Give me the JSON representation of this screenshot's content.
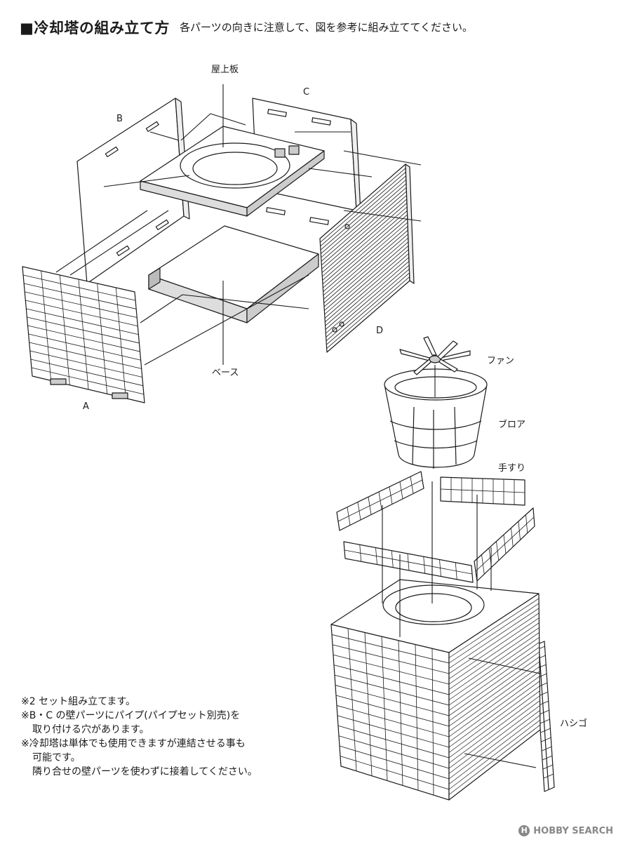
{
  "header": {
    "title": "■冷却塔の組み立て方",
    "subtitle": "各パーツの向きに注意して、図を参考に組み立ててください。"
  },
  "labels": {
    "roof": "屋上板",
    "c": "C",
    "b": "B",
    "a": "A",
    "d": "D",
    "base": "ベース",
    "fan": "ファン",
    "blower": "ブロア",
    "handrail": "手すり",
    "ladder": "ハシゴ"
  },
  "notes": [
    "※2 セット組み立てます。",
    "※B・C の壁パーツにパイプ(パイプセット別売)を",
    "取り付ける穴があります。",
    "※冷却塔は単体でも使用できますが連結させる事も",
    "可能です。",
    "隣り合せの壁パーツを使わずに接着してください。"
  ],
  "watermark": "HOBBY SEARCH"
}
